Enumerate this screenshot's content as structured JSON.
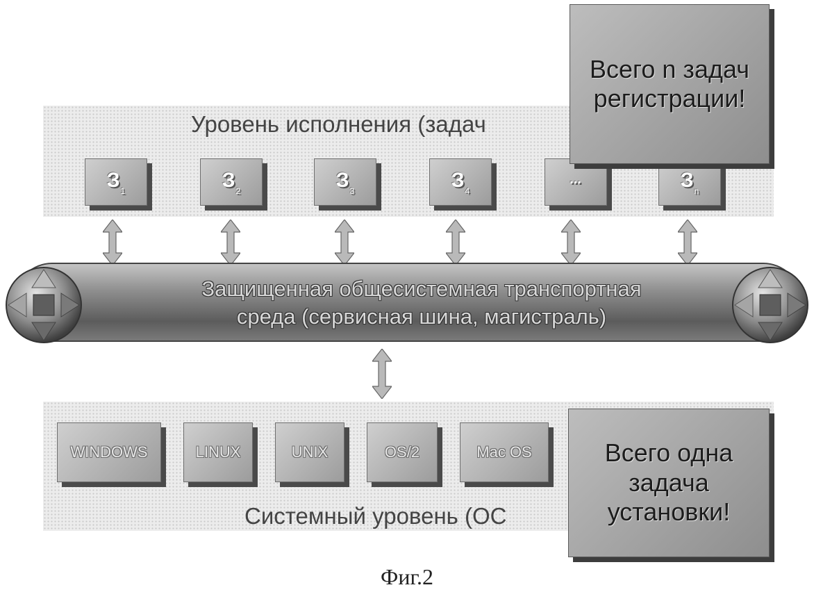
{
  "execution_layer": {
    "title": "Уровень исполнения (задач",
    "tasks": [
      {
        "letter": "З",
        "index": "1"
      },
      {
        "letter": "З",
        "index": "2"
      },
      {
        "letter": "З",
        "index": "3"
      },
      {
        "letter": "З",
        "index": "4"
      },
      {
        "letter": "...",
        "index": ""
      },
      {
        "letter": "З",
        "index": "n"
      }
    ],
    "callout": "Всего n задач регистрации!"
  },
  "bus": {
    "line1": "Защищенная общесистемная транспортная",
    "line2": "среда (сервисная шина, магистраль)"
  },
  "system_layer": {
    "title": "Системный уровень (ОС",
    "os": [
      "WINDOWS",
      "LINUX",
      "UNIX",
      "OS/2",
      "Mac OS"
    ],
    "callout": "Всего одна задача установки!"
  },
  "caption": "Фиг.2"
}
